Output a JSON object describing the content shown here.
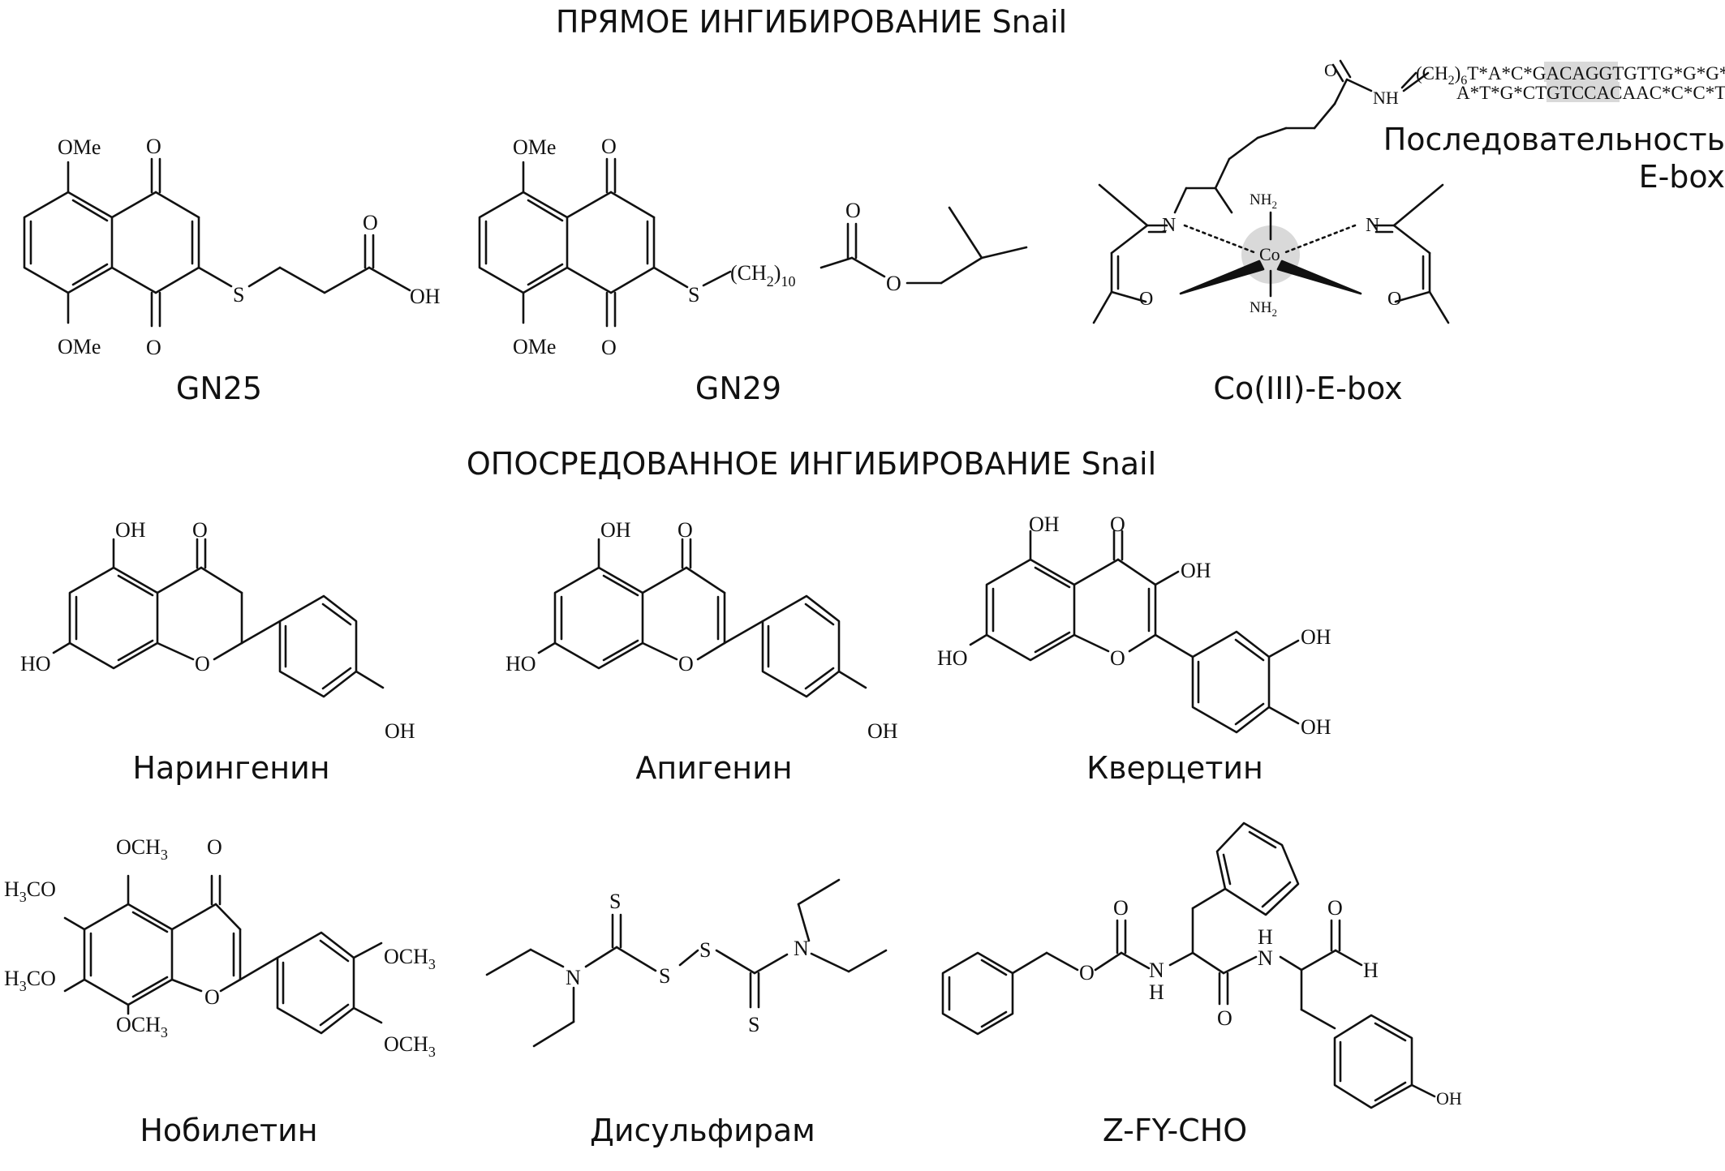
{
  "sections": {
    "direct_title": "ПРЯМОЕ ИНГИБИРОВАНИЕ Snail",
    "indirect_title": "ОПОСРЕДОВАННОЕ ИНГИБИРОВАНИЕ Snail"
  },
  "molecules": {
    "gn25": "GN25",
    "gn29": "GN29",
    "co_ebox": "Co(III)-E-box",
    "naringenin": "Нарингенин",
    "apigenin": "Апигенин",
    "quercetin": "Кверцетин",
    "nobiletin": "Нобилетин",
    "disulfiram": "Дисульфирам",
    "zfycho": "Z-FY-CHO"
  },
  "ebox_label": {
    "line1": "Последовательность",
    "line2": "E-box"
  },
  "dna": {
    "prefix": "(CH",
    "sub2": "2",
    "paren_close": ")",
    "sub6": "6",
    "strand1_a": "T*A*C*GA",
    "strand1_box": "CAGGTG",
    "strand1_b": "TTG*G*G*A",
    "strand2_a": "A*T*G*CTG",
    "strand2_box": "TCCAC",
    "strand2_b": "AAC*C*C*T"
  },
  "atoms": {
    "O": "O",
    "OH": "OH",
    "HO": "HO",
    "OMe": "OMe",
    "S": "S",
    "N": "N",
    "NH": "NH",
    "H": "H",
    "CH2_10": "(CH",
    "sub2": "2",
    "close": ")",
    "sub10": "10",
    "NH2": "NH",
    "Co": "Co",
    "OCH3": "OCH",
    "H3CO": "H",
    "sub3": "3",
    "CO_tail": "CO"
  }
}
